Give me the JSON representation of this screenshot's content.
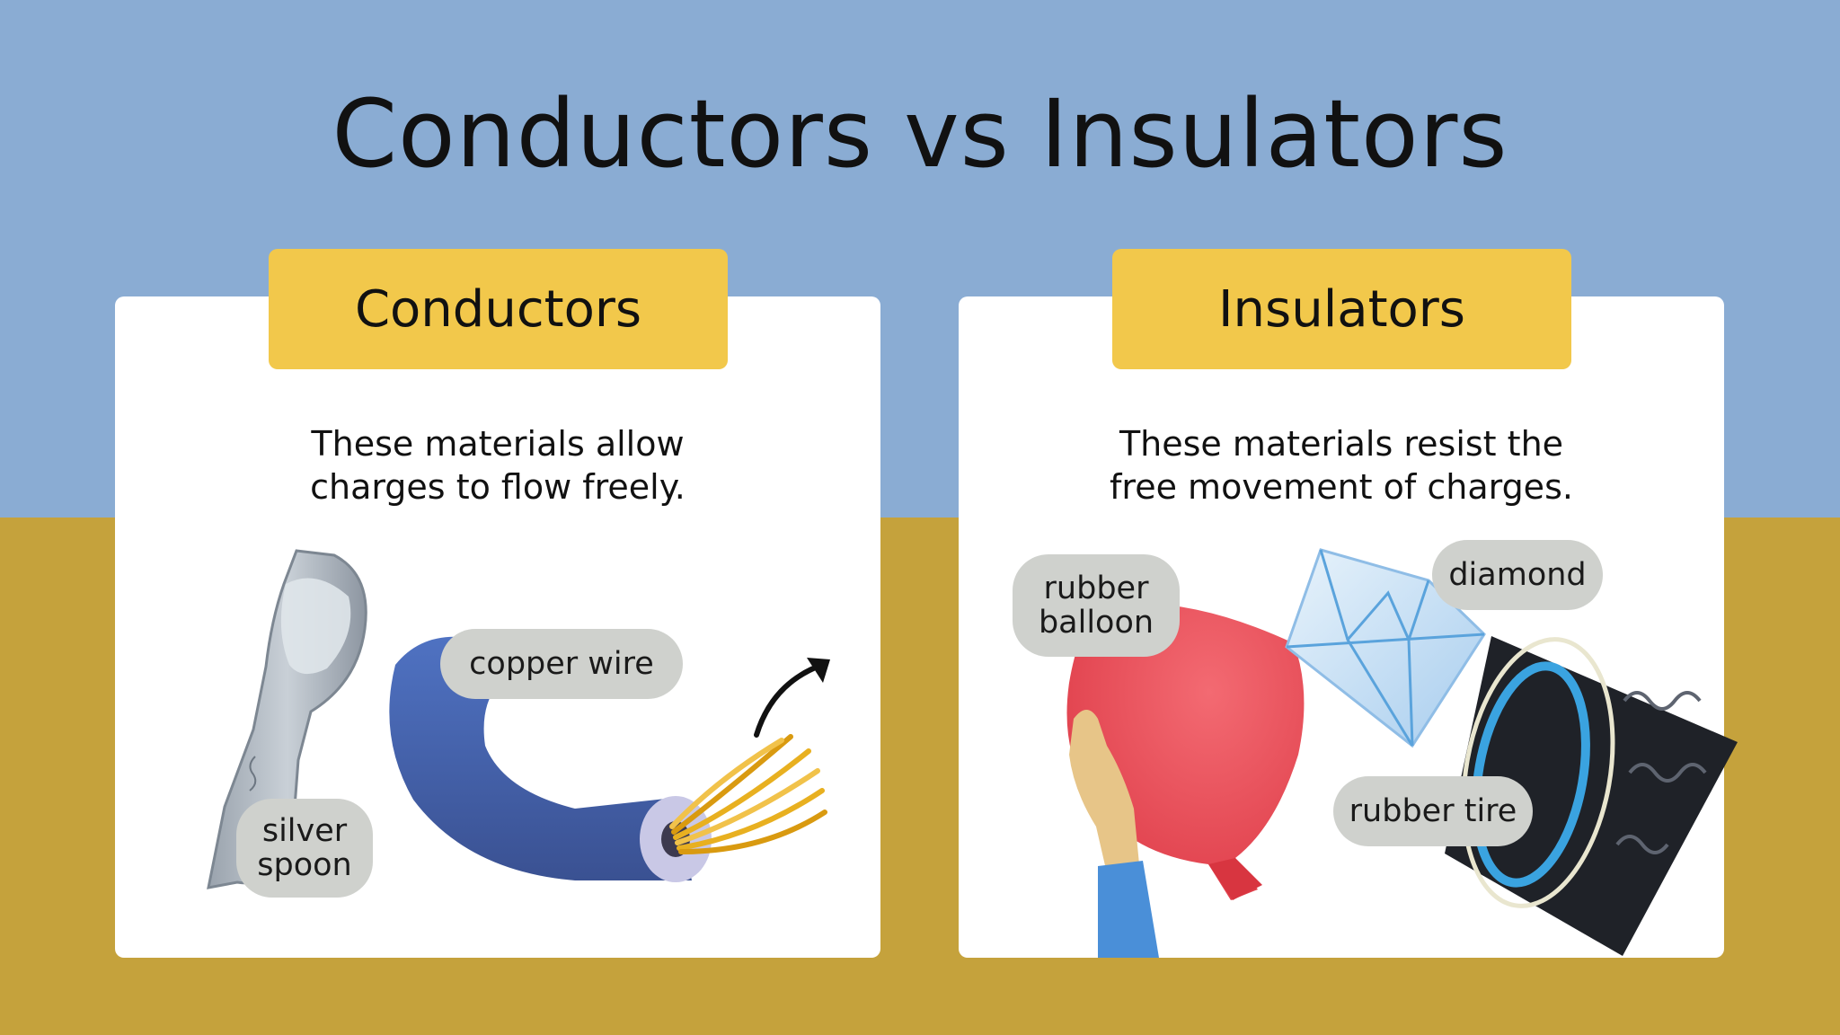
{
  "title": "Conductors vs Insulators",
  "colors": {
    "sky_blue": "#8aacd3",
    "mustard": "#c5a23c",
    "tab_yellow": "#f2c84b",
    "card_white": "#ffffff",
    "label_gray": "#cfd1cd"
  },
  "conductors": {
    "heading": "Conductors",
    "description_line1": "These materials allow",
    "description_line2": "charges to flow freely.",
    "items": {
      "copper_wire": "copper wire",
      "silver_spoon_line1": "silver",
      "silver_spoon_line2": "spoon"
    }
  },
  "insulators": {
    "heading": "Insulators",
    "description_line1": "These materials resist the",
    "description_line2": "free movement of charges.",
    "items": {
      "rubber_balloon_line1": "rubber",
      "rubber_balloon_line2": "balloon",
      "diamond": "diamond",
      "rubber_tire": "rubber tire"
    }
  }
}
